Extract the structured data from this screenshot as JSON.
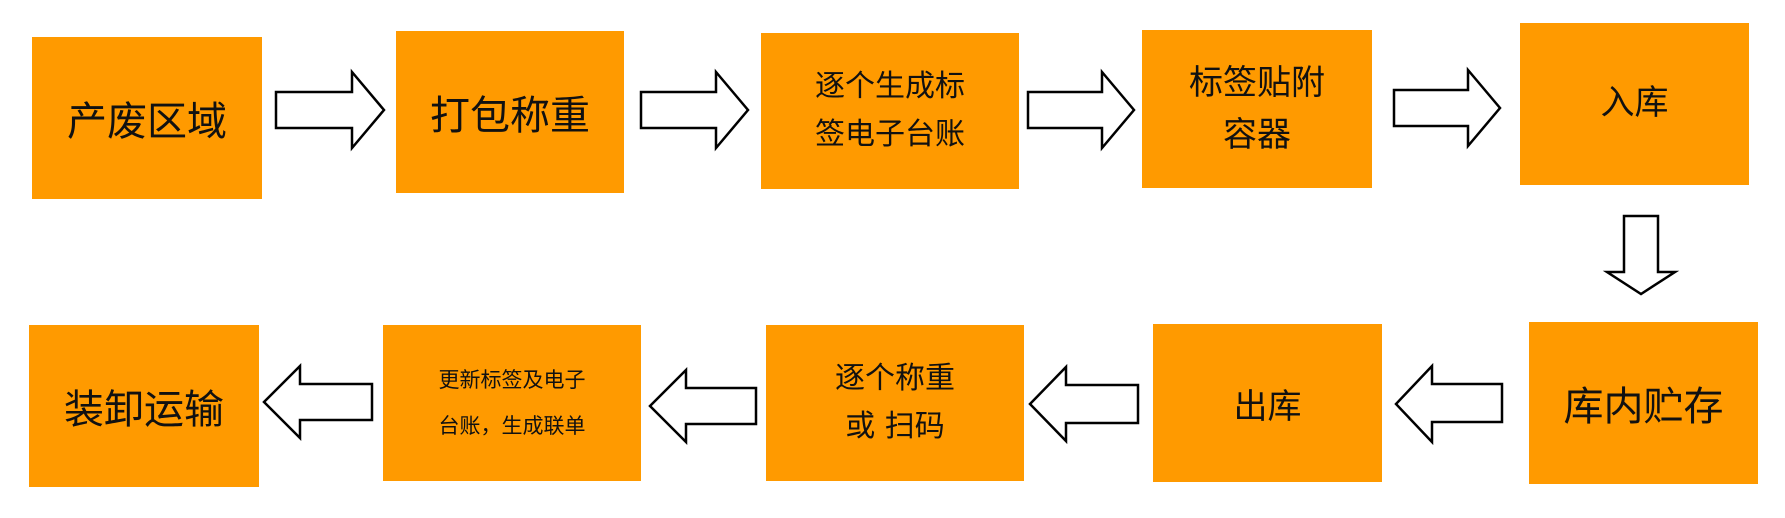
{
  "colors": {
    "box_fill": "#ff9a00",
    "arrow_stroke": "#000000",
    "arrow_fill": "#ffffff"
  },
  "steps": {
    "s1": {
      "text": "产废区域"
    },
    "s2": {
      "text": "打包称重"
    },
    "s3": {
      "line1": "逐个生成标",
      "line2": "签电子台账"
    },
    "s4": {
      "line1": "标签贴附",
      "line2": "容器"
    },
    "s5": {
      "text": "入库"
    },
    "s6": {
      "text": "库内贮存"
    },
    "s7": {
      "text": "出库"
    },
    "s8": {
      "line1": "逐个称重",
      "line2": "或 扫码"
    },
    "s9": {
      "line1": "更新标签及电子",
      "line2": "台账，生成联单"
    },
    "s10": {
      "text": "装卸运输"
    }
  },
  "arrows": [
    {
      "from": "s1",
      "to": "s2",
      "direction": "right"
    },
    {
      "from": "s2",
      "to": "s3",
      "direction": "right"
    },
    {
      "from": "s3",
      "to": "s4",
      "direction": "right"
    },
    {
      "from": "s4",
      "to": "s5",
      "direction": "right"
    },
    {
      "from": "s5",
      "to": "s6",
      "direction": "down"
    },
    {
      "from": "s6",
      "to": "s7",
      "direction": "left"
    },
    {
      "from": "s7",
      "to": "s8",
      "direction": "left"
    },
    {
      "from": "s8",
      "to": "s9",
      "direction": "left"
    },
    {
      "from": "s9",
      "to": "s10",
      "direction": "left"
    }
  ]
}
